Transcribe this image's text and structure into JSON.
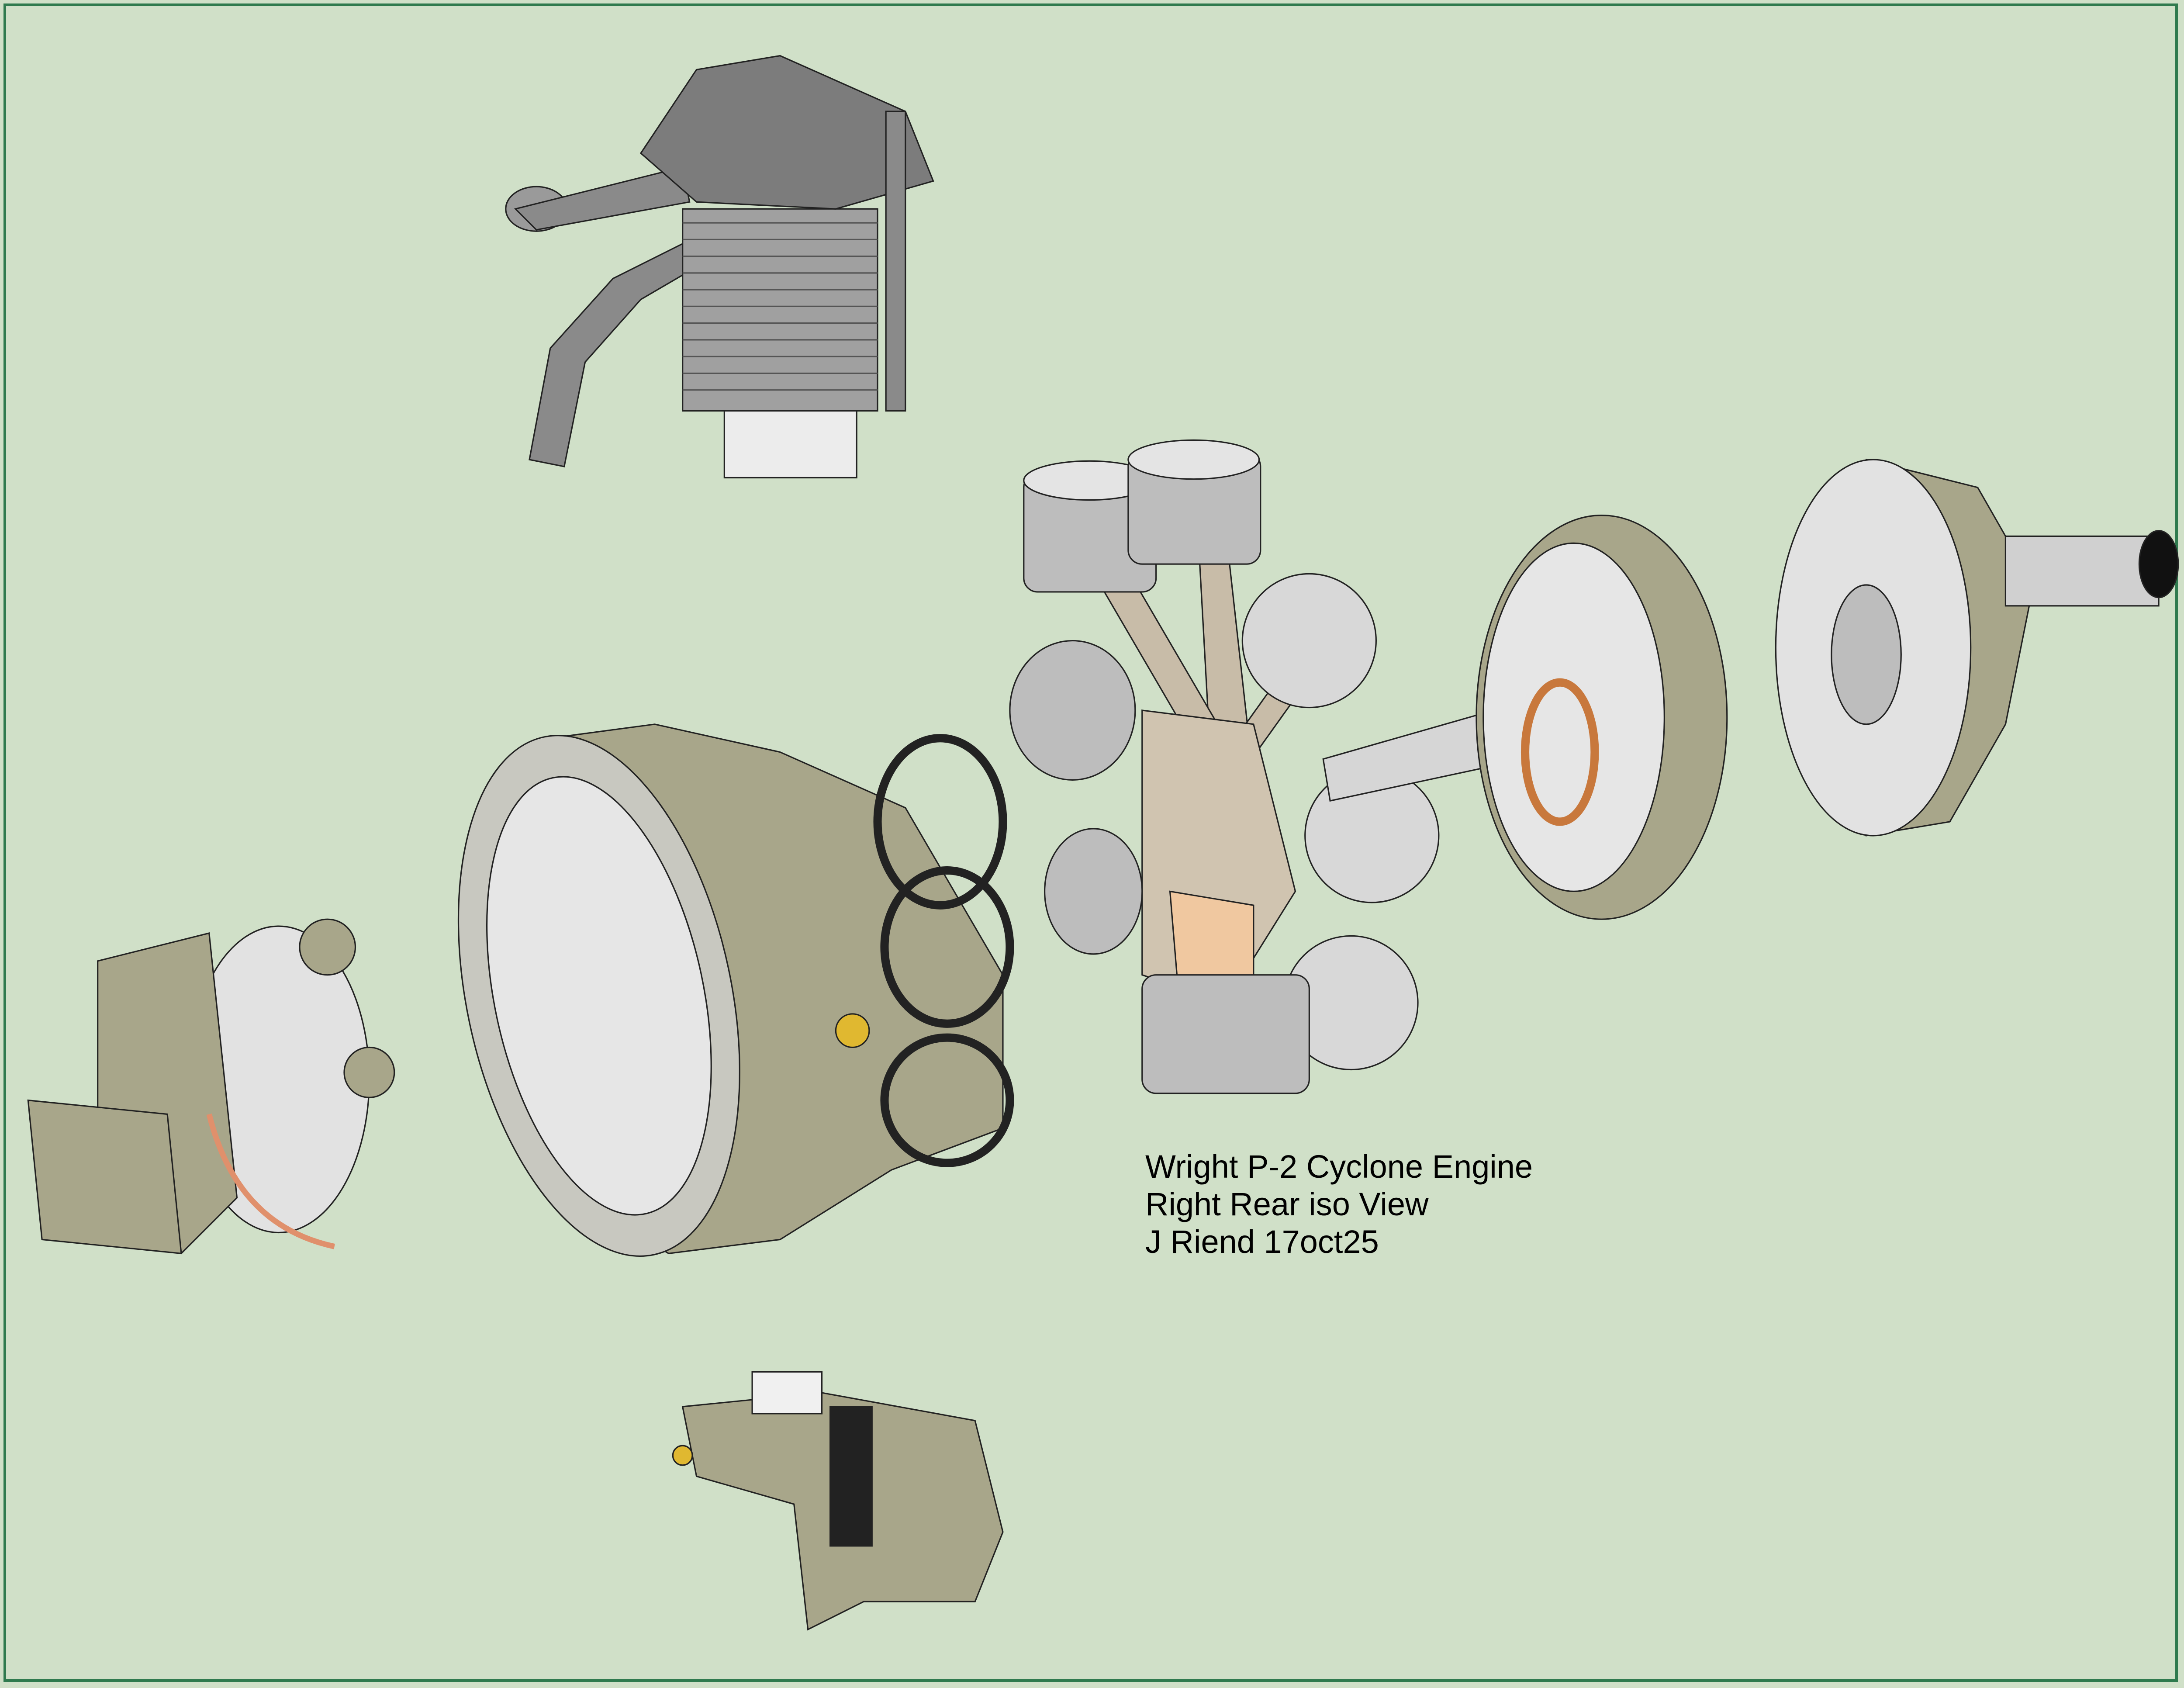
{
  "caption": {
    "title": "Wright P-2 Cyclone Engine",
    "view": "Right Rear iso View",
    "author_date": "J Riend 17oct25"
  },
  "colors": {
    "background": "#d0e0c8",
    "border": "#2f7a4e",
    "casting": "#a8a68a",
    "cylinder": "#8c8c8c",
    "piston": "#d8d8d8",
    "brass": "#e0b830",
    "copper": "#c8783c"
  },
  "parts": [
    "cylinder-assembly",
    "piston-and-rod-assembly",
    "crankcase",
    "front-nose-case",
    "propeller-shaft-housing",
    "accessory-case",
    "oil-pump"
  ]
}
